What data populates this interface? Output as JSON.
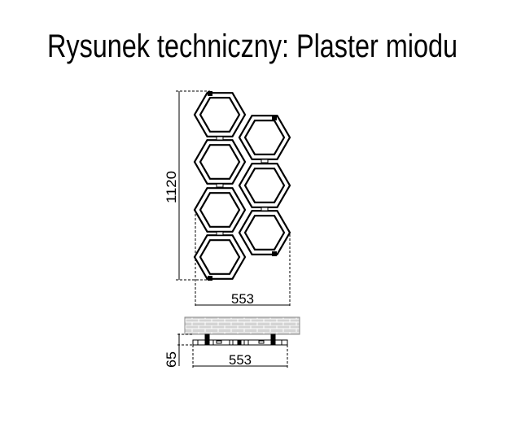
{
  "title": "Rysunek techniczny: Plaster miodu",
  "dimensions": {
    "height_label": "1120",
    "width_label": "553",
    "depth_label": "65",
    "side_width_label": "553"
  },
  "colors": {
    "line": "#000000",
    "wall": "#cfcfcf",
    "wall_stroke": "#888888"
  }
}
